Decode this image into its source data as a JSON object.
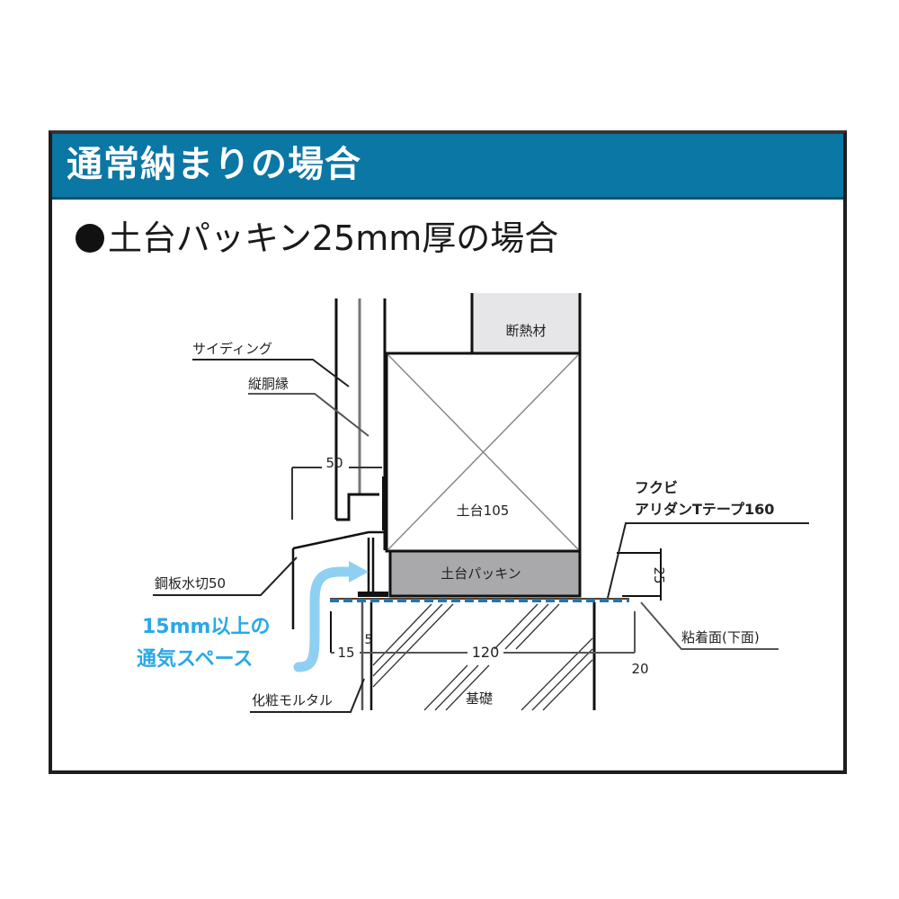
{
  "header": {
    "title": "通常納まりの場合",
    "background_color": "#0a77a4"
  },
  "subtitle": {
    "bullet_icon": "filled-circle",
    "text": "土台パッキン25mm厚の場合"
  },
  "diagram": {
    "labels": {
      "siding": "サイディング",
      "furring": "縦胴縁",
      "insulation": "断熱材",
      "sill": "土台105",
      "sill_packing": "土台パッキン",
      "flashing": "鋼板水切50",
      "mortar": "化粧モルタル",
      "foundation": "基礎",
      "tape_line1": "フクビ",
      "tape_line2": "アリダンTテープ160",
      "adhesive_face": "粘着面(下面)"
    },
    "air_space_note": {
      "line1": "15mm以上の",
      "line2": "通気スペース",
      "color": "#29a8e8"
    },
    "dimensions": {
      "flashing_width": "50",
      "gap_15": "15",
      "gap_5": "5",
      "foundation_width": "120",
      "tape_overhang": "20",
      "packing_height": "25"
    },
    "colors": {
      "packing_fill": "#a9a9ab",
      "insulation_fill": "#e6e6e8",
      "tape_blue": "#1a78b8",
      "line": "#111111",
      "dim_line": "#555555"
    }
  }
}
